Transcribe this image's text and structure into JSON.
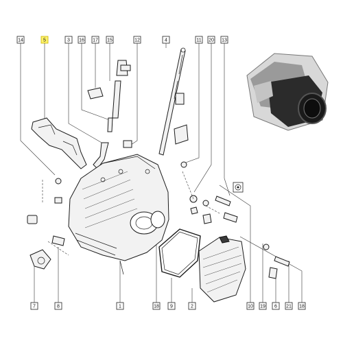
{
  "callouts_top": [
    "14",
    "5",
    "3",
    "16",
    "17",
    "15",
    "12",
    "4",
    "11",
    "20",
    "13"
  ],
  "callouts_bottom": [
    "7",
    "8",
    "1",
    "18",
    "9",
    "2",
    "10",
    "19",
    "6",
    "21",
    "18"
  ],
  "highlighted": "5",
  "colors": {
    "highlight": "#fff36b",
    "line": "#1a1a1a",
    "photo_bg": "#e9e9e9"
  },
  "icons": {
    "sensor_symbol": "sensor-icon"
  }
}
